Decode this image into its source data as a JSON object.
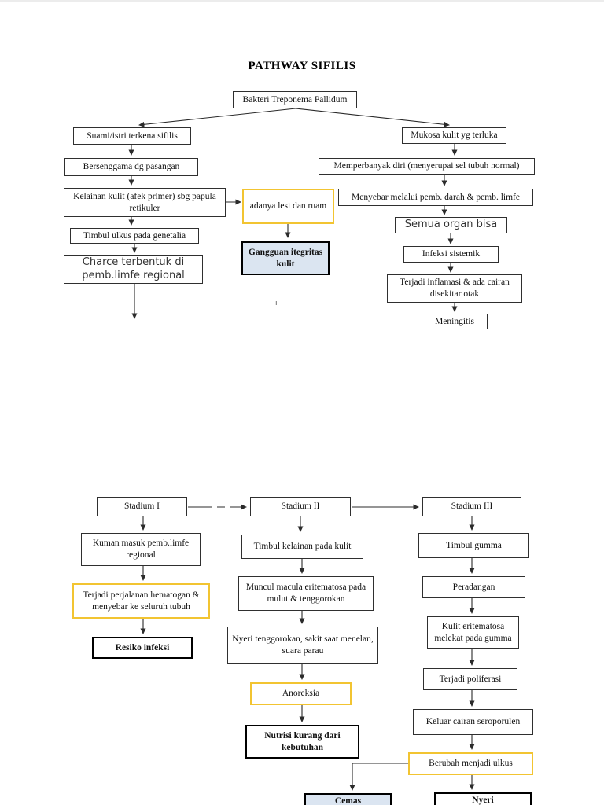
{
  "page": {
    "title": "PATHWAY SIFILIS"
  },
  "colors": {
    "yellow_border": "#F2C431",
    "blue_fill": "#DBE5F1",
    "line": "#2b2b2b"
  },
  "flowchart": {
    "root": "Bakteri Treponema Pallidum",
    "left_branch": {
      "suami": "Suami/istri terkena sifilis",
      "bersenggama": "Bersenggama dg pasangan",
      "kelainan_kulit": "Kelainan kulit (afek primer) sbg papula retikuler",
      "timbul_ulkus": "Timbul ulkus pada genetalia",
      "charce": "Charce terbentuk di pemb.limfe regional"
    },
    "middle_branch": {
      "adanya_lesi": "adanya lesi dan ruam",
      "gangguan_integritas": "Gangguan itegritas kulit"
    },
    "right_branch": {
      "mukosa": "Mukosa kulit yg terluka",
      "memperbanyak": "Memperbanyak diri (menyerupai sel tubuh normal)",
      "menyebar": "Menyebar melalui pemb. darah & pemb. limfe",
      "semua_organ": "Semua organ bisa",
      "infeksi_sistemik": "Infeksi sistemik",
      "inflamasi": "Terjadi inflamasi & ada cairan disekitar otak",
      "meningitis": "Meningitis"
    },
    "stadium_row": {
      "s1": "Stadium I",
      "s2": "Stadium II",
      "s3": "Stadium III"
    },
    "stadium1": {
      "kuman": "Kuman masuk pemb.limfe regional",
      "hematogan": "Terjadi perjalanan hematogan & menyebar ke seluruh tubuh",
      "resiko": "Resiko infeksi"
    },
    "stadium2": {
      "timbul_kelainan": "Timbul kelainan pada kulit",
      "macula": "Muncul macula eritematosa pada mulut & tenggorokan",
      "nyeri_tenggorokan": "Nyeri tenggorokan, sakit saat menelan, suara parau",
      "anoreksia": "Anoreksia",
      "nutrisi": "Nutrisi kurang dari kebutuhan"
    },
    "stadium3": {
      "gumma": "Timbul gumma",
      "peradangan": "Peradangan",
      "kulit_eritematosa": "Kulit eritematosa melekat pada gumma",
      "poliferasi": "Terjadi poliferasi",
      "seroporulen": "Keluar cairan seroporulen",
      "ulkus": "Berubah menjadi ulkus"
    },
    "bottom": {
      "cemas": "Cemas",
      "nyeri": "Nyeri"
    },
    "stray_mark": "ı"
  }
}
